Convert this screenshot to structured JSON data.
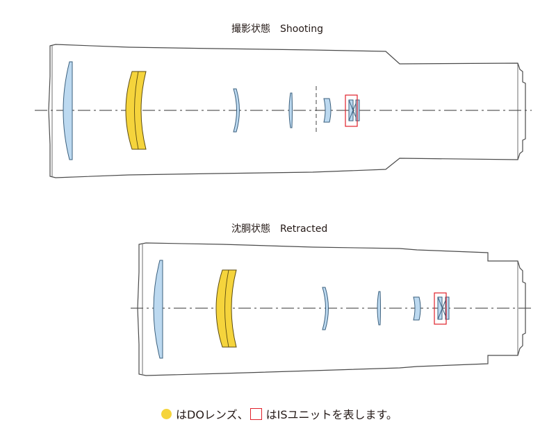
{
  "colors": {
    "body_outline": "#4a4a4a",
    "glass_fill": "#bcd9f0",
    "glass_stroke": "#3a5f7d",
    "do_fill": "#f5d43c",
    "do_stroke": "#5a4a10",
    "is_box": "#e0202a",
    "axis": "#333333"
  },
  "diagram_shooting": {
    "title_jp": "撮影状態",
    "title_en": "Shooting"
  },
  "diagram_retracted": {
    "title_jp": "沈胴状態",
    "title_en": "Retracted"
  },
  "legend": {
    "do_text": "はDOレンズ、",
    "is_text": "はISユニットを表します。"
  }
}
